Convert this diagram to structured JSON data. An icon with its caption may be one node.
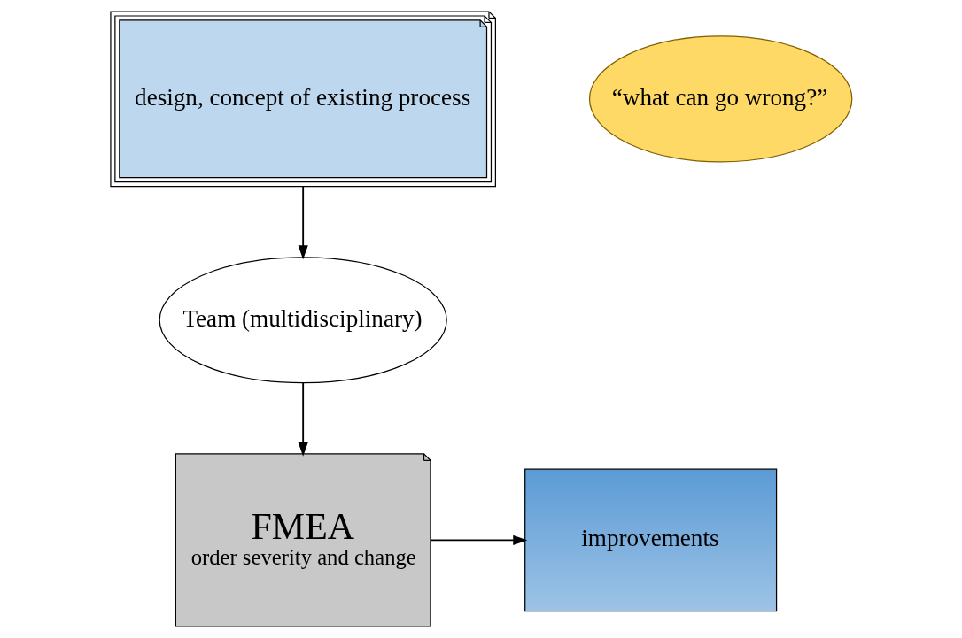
{
  "diagram": {
    "nodes": [
      {
        "text": [
          "design, concept of existing process"
        ]
      },
      {
        "text": [
          "Team (multidisciplinary)"
        ]
      },
      {
        "text": [
          "“what can go wrong?”"
        ]
      },
      {
        "text": [
          "FMEA",
          "order severity and change"
        ]
      },
      {
        "text": [
          "improvements"
        ]
      }
    ],
    "edges": [
      {
        "from": 0,
        "to": 1,
        "arrow": "to"
      },
      {
        "from": 1,
        "to": 3,
        "arrow": "to"
      },
      {
        "from": 3,
        "to": 4,
        "arrow": "to"
      }
    ]
  }
}
